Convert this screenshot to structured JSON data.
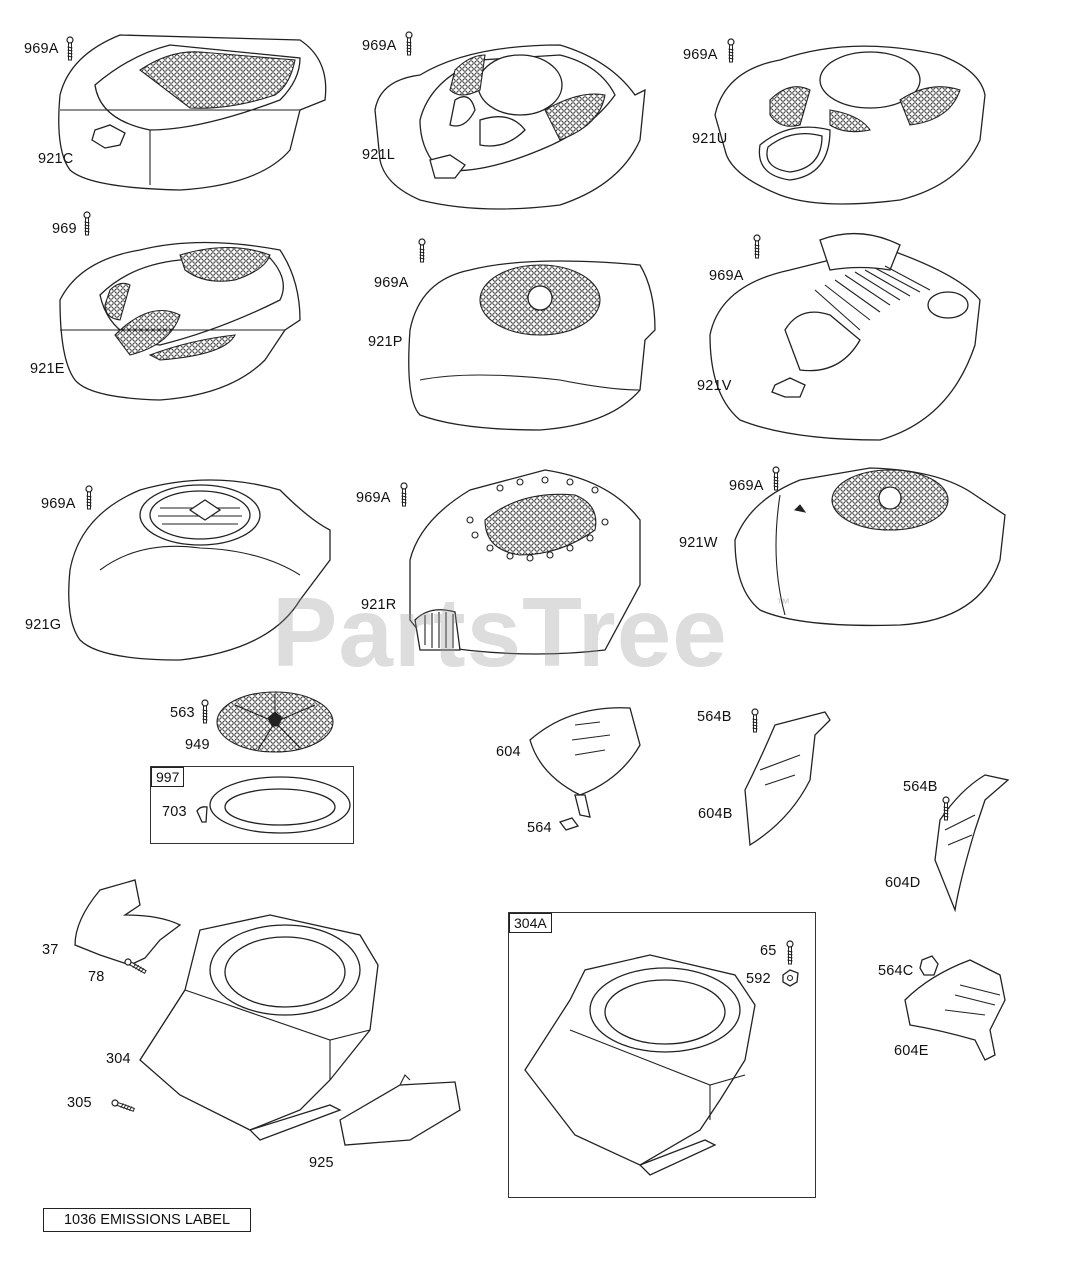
{
  "watermark": {
    "text": "PartsTree",
    "trademark": "™"
  },
  "footer_label": "1036 EMISSIONS LABEL",
  "group_boxes": {
    "g997": "997",
    "g304a": "304A"
  },
  "callouts": {
    "c969a_1": "969A",
    "c921c": "921C",
    "c969a_2": "969A",
    "c921l": "921L",
    "c969a_3": "969A",
    "c921u": "921U",
    "c969": "969",
    "c921e": "921E",
    "c969a_4": "969A",
    "c921p": "921P",
    "c969a_5": "969A",
    "c921v": "921V",
    "c969a_6": "969A",
    "c921g": "921G",
    "c969a_7": "969A",
    "c921r": "921R",
    "c969a_8": "969A",
    "c921w": "921W",
    "c563": "563",
    "c949": "949",
    "c703": "703",
    "c604": "604",
    "c564": "564",
    "c564b_1": "564B",
    "c604b": "604B",
    "c564b_2": "564B",
    "c604d": "604D",
    "c564c": "564C",
    "c604e": "604E",
    "c37": "37",
    "c78": "78",
    "c304": "304",
    "c305": "305",
    "c925": "925",
    "c65": "65",
    "c592": "592"
  }
}
